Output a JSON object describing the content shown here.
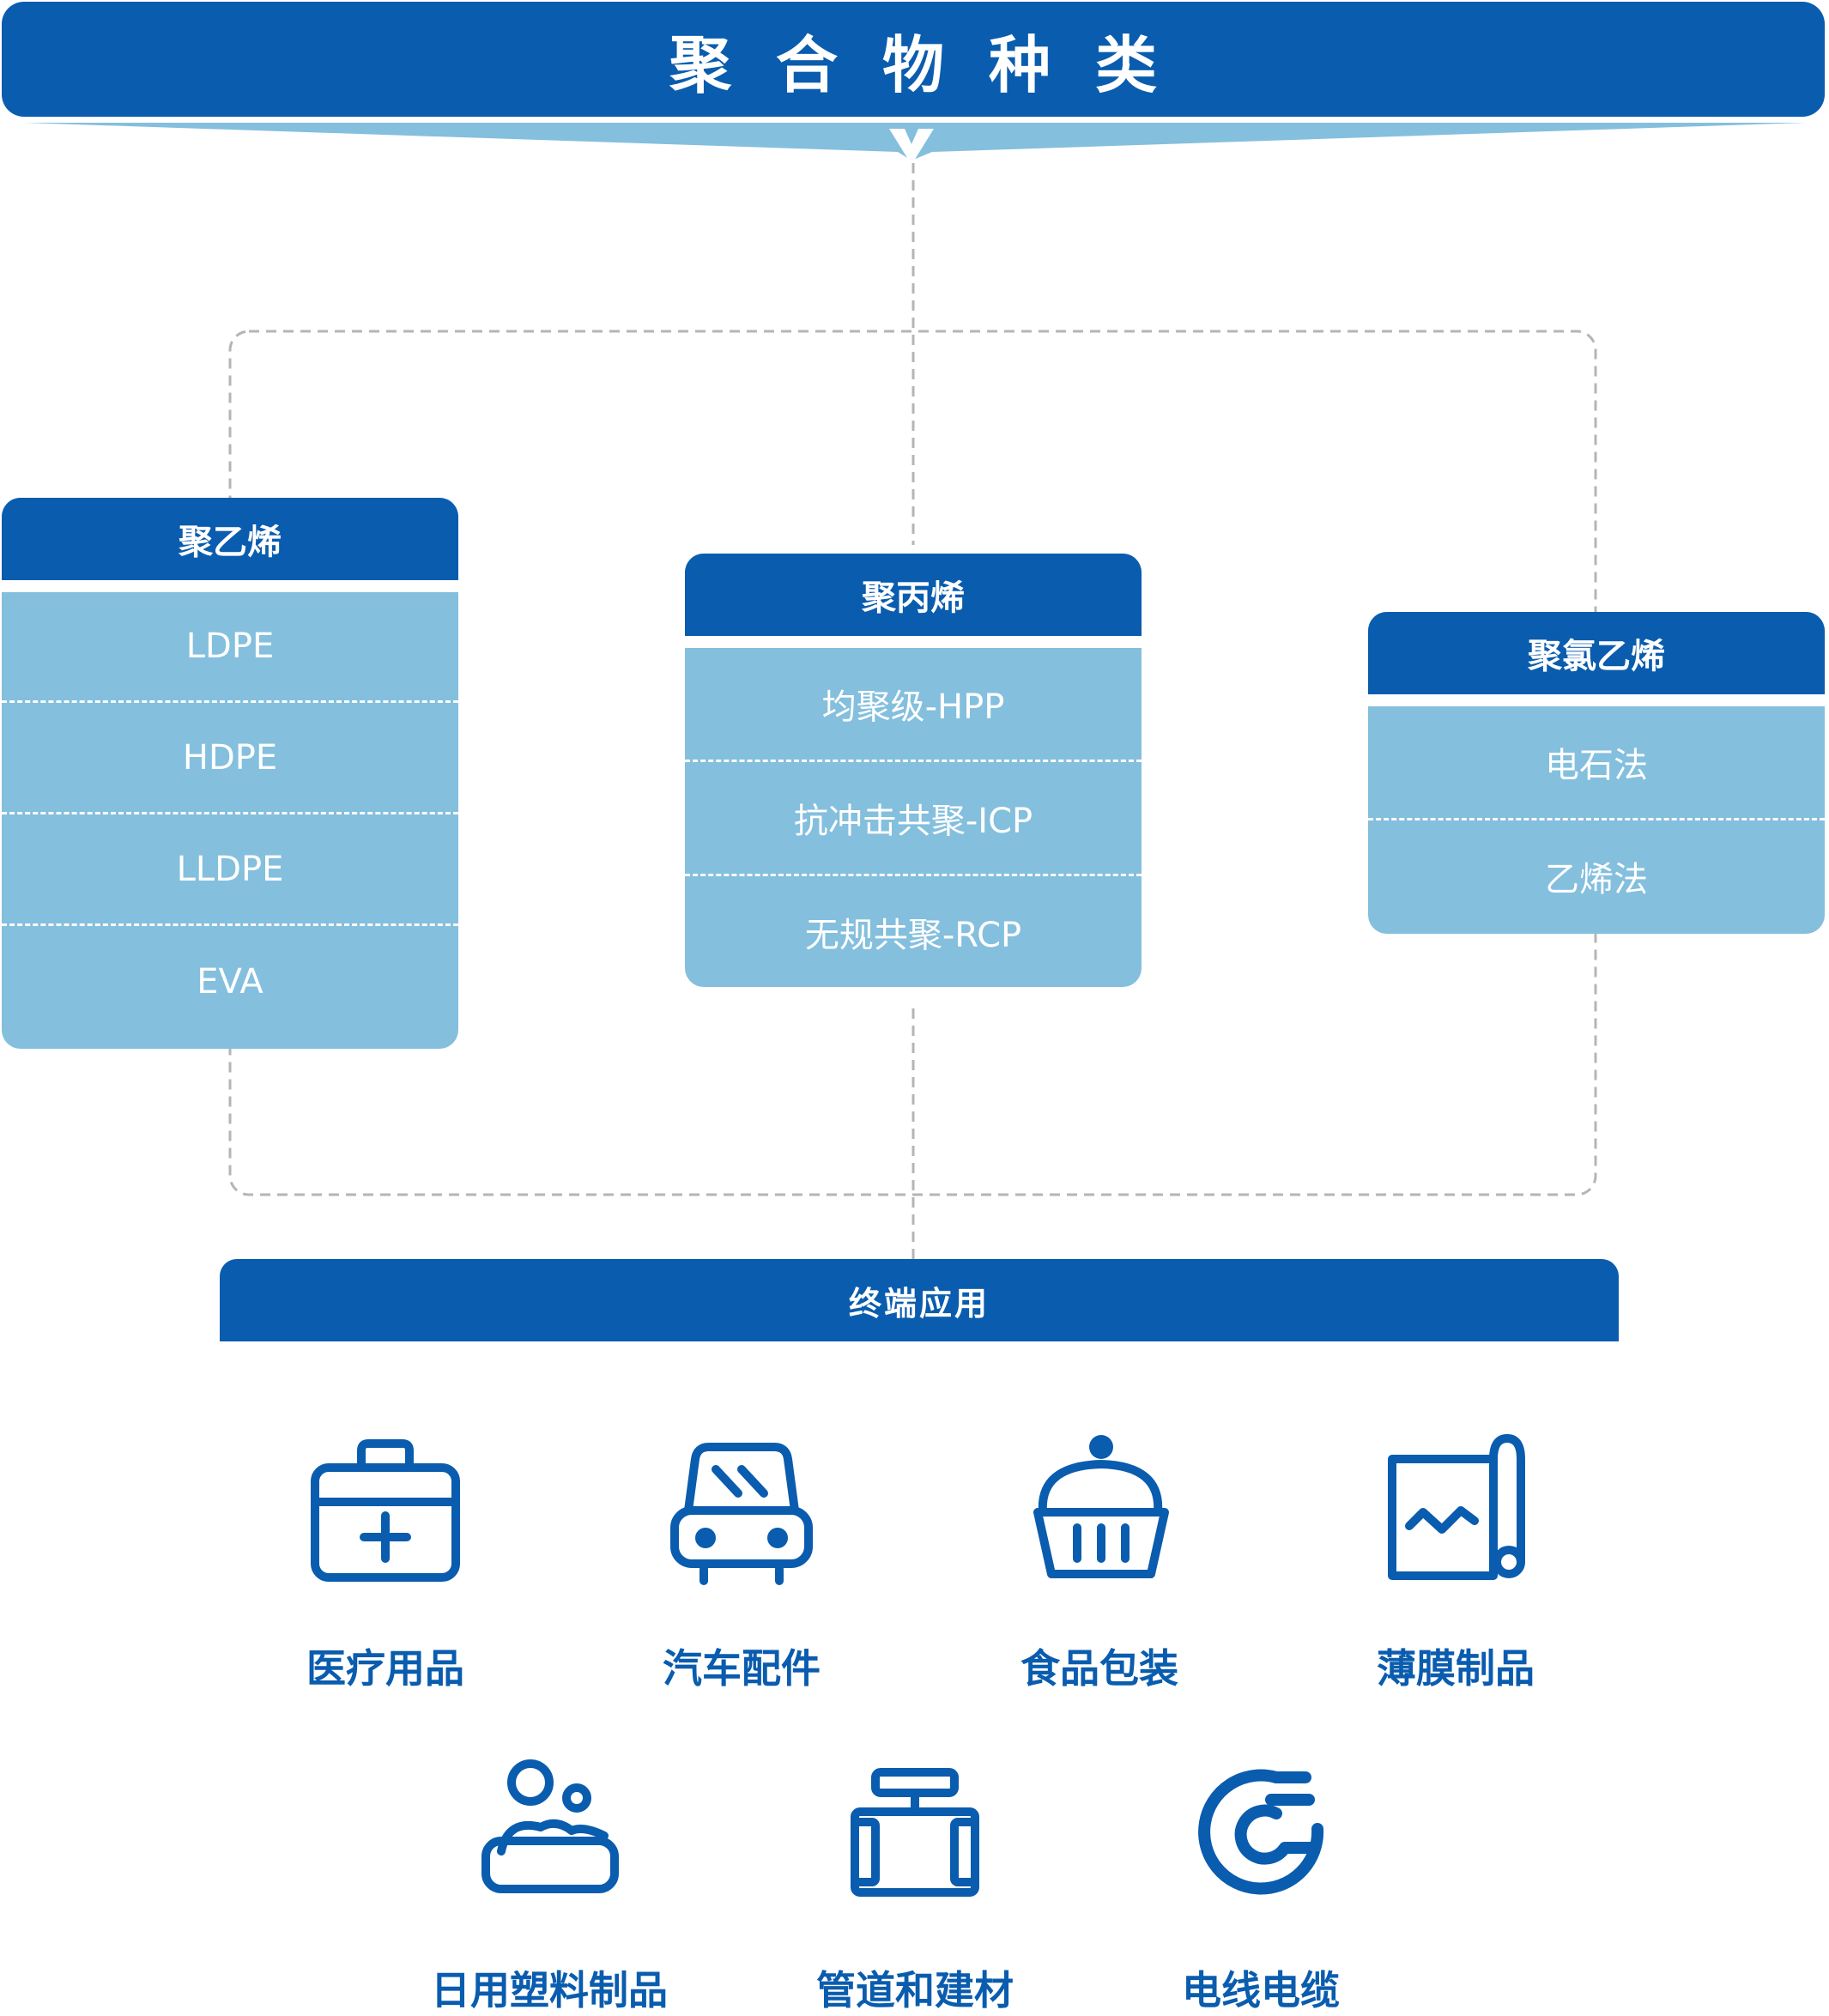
{
  "header": {
    "title": "聚合物种类"
  },
  "categories": [
    {
      "title": "聚乙烯",
      "items": [
        "LDPE",
        "HDPE",
        "LLDPE",
        "EVA"
      ]
    },
    {
      "title": "聚丙烯",
      "items": [
        "均聚级-HPP",
        "抗冲击共聚-ICP",
        "无规共聚-RCP"
      ]
    },
    {
      "title": "聚氯乙烯",
      "items": [
        "电石法",
        "乙烯法"
      ]
    }
  ],
  "applications": {
    "title": "终端应用",
    "items": [
      {
        "label": "医疗用品",
        "icon": "medical-kit-icon"
      },
      {
        "label": "汽车配件",
        "icon": "car-icon"
      },
      {
        "label": "食品包装",
        "icon": "cupcake-icon"
      },
      {
        "label": "薄膜制品",
        "icon": "film-roll-icon"
      },
      {
        "label": "日用塑料制品",
        "icon": "household-items-icon"
      },
      {
        "label": "管道和建材",
        "icon": "pipe-valve-icon"
      },
      {
        "label": "电线电缆",
        "icon": "cable-icon"
      }
    ]
  },
  "colors": {
    "primary": "#0a5cae",
    "light": "#84bfde",
    "connector": "#b5b5b5",
    "background": "#ffffff"
  }
}
